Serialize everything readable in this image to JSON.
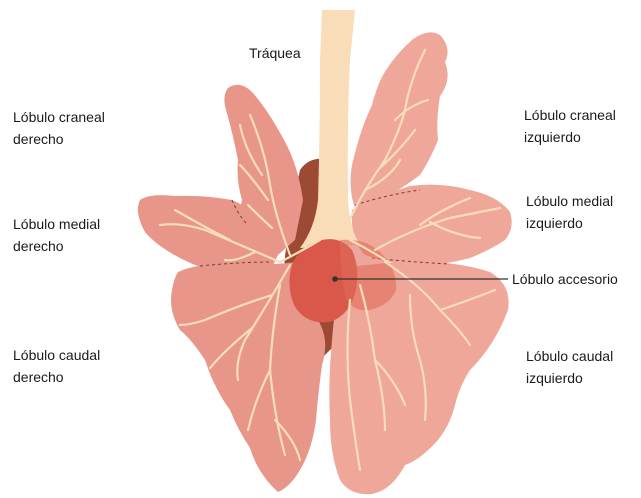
{
  "colors": {
    "lung_fill": "#E8968A",
    "lung_fill_light": "#EFA799",
    "lung_edge": "#D9786C",
    "trachea": "#F8DDB8",
    "bronchi": "#F8DDB8",
    "heart_shadow": "#9C4A33",
    "accessory_lobe": "#D9584A",
    "accessory_lobe_overlay": "#E06A5A",
    "pointer_line": "#333333",
    "text": "#1a1a1a"
  },
  "labels": {
    "trachea": "Tráquea",
    "right_cranial": {
      "line1": "Lóbulo craneal",
      "line2": "derecho"
    },
    "right_medial": {
      "line1": "Lóbulo medial",
      "line2": "derecho"
    },
    "right_caudal": {
      "line1": "Lóbulo caudal",
      "line2": "derecho"
    },
    "left_cranial": {
      "line1": "Lóbulo craneal",
      "line2": "izquierdo"
    },
    "left_medial": {
      "line1": "Lóbulo medial",
      "line2": "izquierdo"
    },
    "left_caudal": {
      "line1": "Lóbulo caudal",
      "line2": "izquierdo"
    },
    "accessory": "Lóbulo accesorio"
  }
}
